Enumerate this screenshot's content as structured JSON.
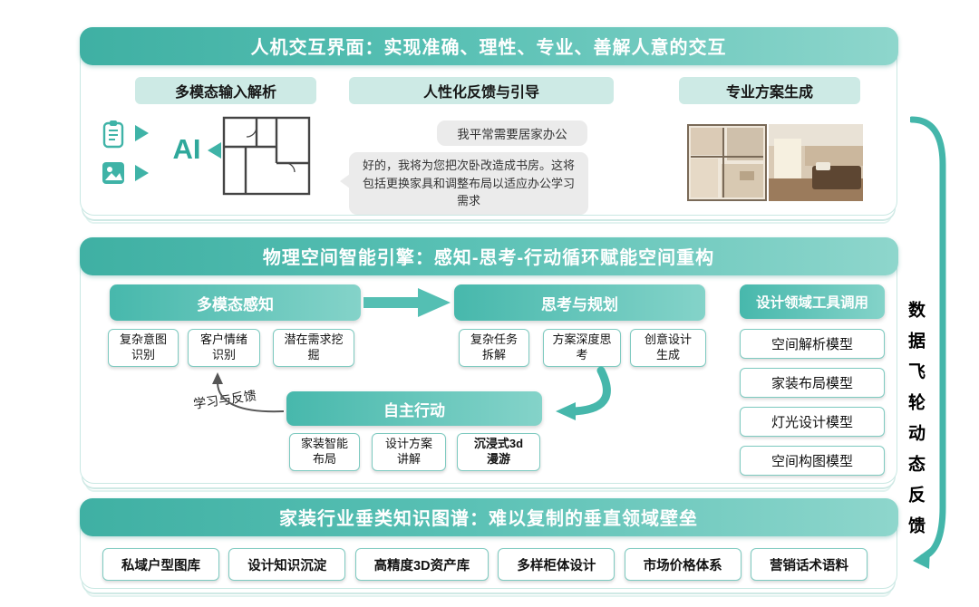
{
  "colors": {
    "teal": "#3fb3a7",
    "teal_dark": "#2fa89b",
    "teal_light": "#cdeae5",
    "panel_border": "#c9e8e3",
    "bubble_grey": "#ebebeb"
  },
  "icons": {
    "document-icon": "🗒",
    "image-icon": "🖼",
    "arrow-right-icon": "►",
    "arrow-left-icon": "◄"
  },
  "section1": {
    "title": "人机交互界面：实现准确、理性、专业、善解人意的交互",
    "columns": [
      "多模态输入解析",
      "人性化反馈与引导",
      "专业方案生成"
    ],
    "ai_label": "AI",
    "chat": {
      "user": "我平常需要居家办公",
      "assistant": "好的，我将为您把次卧改造成书房。这将包括更换家具和调整布局以适应办公学习需求"
    }
  },
  "section2": {
    "title": "物理空间智能引擎：感知-思考-行动循环赋能空间重构",
    "perception": {
      "title": "多模态感知",
      "items": [
        "复杂意图识别",
        "客户情绪识别",
        "潜在需求挖掘"
      ]
    },
    "thinking": {
      "title": "思考与规划",
      "items": [
        "复杂任务拆解",
        "方案深度思考",
        "创意设计生成"
      ]
    },
    "action": {
      "title": "自主行动",
      "items": [
        "家装智能布局",
        "设计方案讲解",
        "沉浸式3d漫游"
      ]
    },
    "feedback_label": "学习与反馈",
    "tools": {
      "title": "设计领域工具调用",
      "items": [
        "空间解析模型",
        "家装布局模型",
        "灯光设计模型",
        "空间构图模型"
      ]
    }
  },
  "section3": {
    "title": "家装行业垂类知识图谱：难以复制的垂直领域壁垒",
    "items": [
      "私域户型图库",
      "设计知识沉淀",
      "高精度3D资产库",
      "多样柜体设计",
      "市场价格体系",
      "营销话术语料"
    ]
  },
  "flywheel": {
    "label": "数据飞轮动态反馈"
  }
}
